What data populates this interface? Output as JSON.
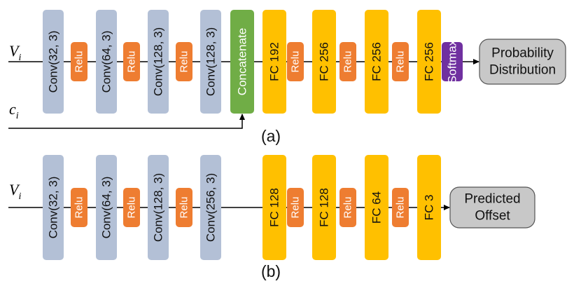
{
  "colors": {
    "conv": "#b3c0d6",
    "relu": "#ee7d31",
    "fc": "#ffc000",
    "concat": "#70ad46",
    "softmax": "#7030a0",
    "output": "#c8c8c8",
    "line": "#000000"
  },
  "panel_a": {
    "caption": "(a)",
    "input_v": "V",
    "input_v_sub": "i",
    "input_c": "c",
    "input_c_sub": "i",
    "blocks": [
      {
        "kind": "conv",
        "label": "Conv(32, 3)"
      },
      {
        "kind": "relu",
        "label": "Relu"
      },
      {
        "kind": "conv",
        "label": "Conv(64, 3)"
      },
      {
        "kind": "relu",
        "label": "Relu"
      },
      {
        "kind": "conv",
        "label": "Conv(128, 3)"
      },
      {
        "kind": "relu",
        "label": "Relu"
      },
      {
        "kind": "conv",
        "label": "Conv(128, 3)"
      },
      {
        "kind": "concat",
        "label": "Concatenate"
      },
      {
        "kind": "fc",
        "label": "FC  192"
      },
      {
        "kind": "relu",
        "label": "Relu"
      },
      {
        "kind": "fc",
        "label": "FC  256"
      },
      {
        "kind": "relu",
        "label": "Relu"
      },
      {
        "kind": "fc",
        "label": "FC  256"
      },
      {
        "kind": "relu",
        "label": "Relu"
      },
      {
        "kind": "fc",
        "label": "FC  256"
      },
      {
        "kind": "softmax",
        "label": "Softmax"
      }
    ],
    "output": [
      "Probability",
      "Distribution"
    ]
  },
  "panel_b": {
    "caption": "(b)",
    "input_v": "V",
    "input_v_sub": "i",
    "blocks": [
      {
        "kind": "conv",
        "label": "Conv(32, 3)"
      },
      {
        "kind": "relu",
        "label": "Relu"
      },
      {
        "kind": "conv",
        "label": "Conv(64, 3)"
      },
      {
        "kind": "relu",
        "label": "Relu"
      },
      {
        "kind": "conv",
        "label": "Conv(128, 3)"
      },
      {
        "kind": "relu",
        "label": "Relu"
      },
      {
        "kind": "conv",
        "label": "Conv(256, 3)"
      },
      {
        "kind": "fc",
        "label": "FC  128"
      },
      {
        "kind": "relu",
        "label": "Relu"
      },
      {
        "kind": "fc",
        "label": "FC  128"
      },
      {
        "kind": "relu",
        "label": "Relu"
      },
      {
        "kind": "fc",
        "label": "FC  64"
      },
      {
        "kind": "relu",
        "label": "Relu"
      },
      {
        "kind": "fc",
        "label": "FC  3"
      }
    ],
    "output": [
      "Predicted",
      "Offset"
    ]
  }
}
